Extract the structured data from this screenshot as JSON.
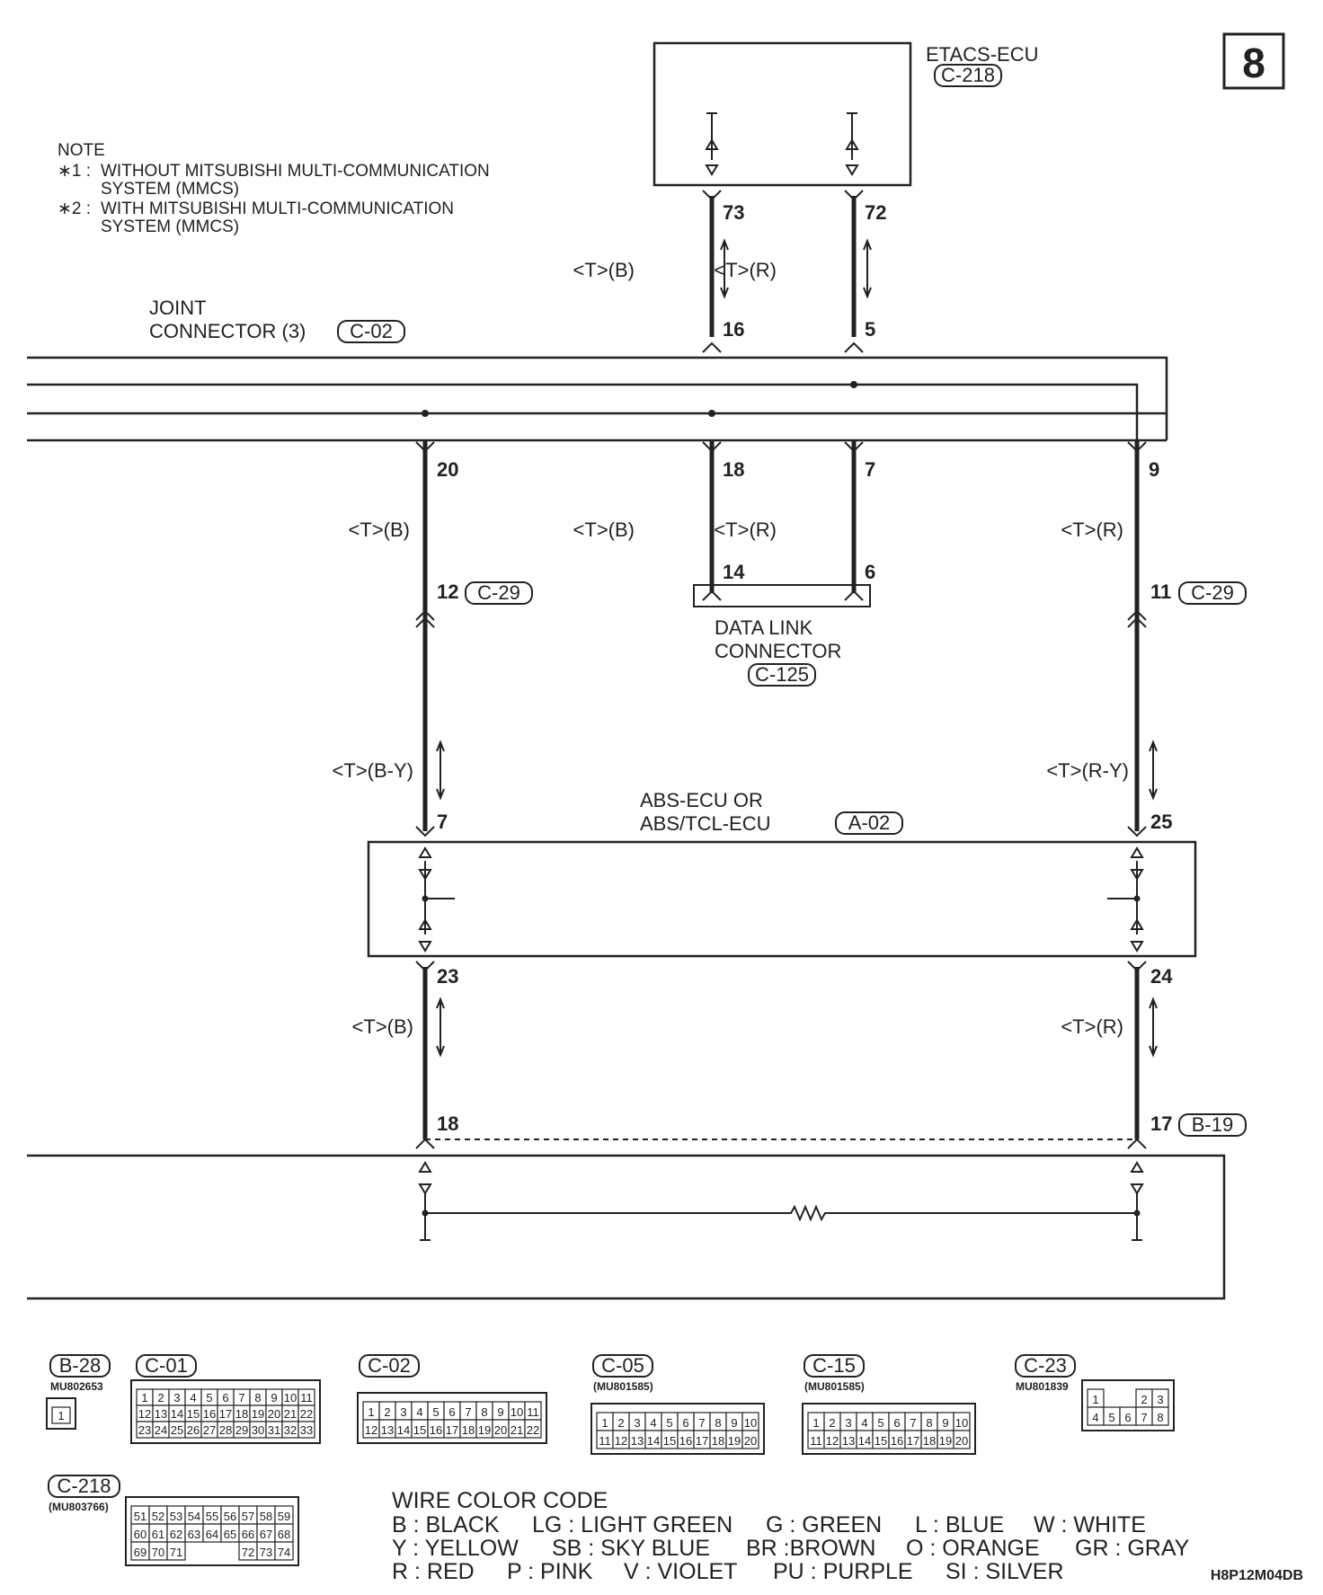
{
  "page": {
    "number": "8",
    "diagram_code": "H8P12M04DB"
  },
  "note": {
    "heading": "NOTE",
    "items": [
      {
        "mark": "∗1 :",
        "line1": "WITHOUT MITSUBISHI MULTI-COMMUNICATION",
        "line2": "SYSTEM (MMCS)"
      },
      {
        "mark": "∗2 :",
        "line1": "WITH MITSUBISHI MULTI-COMMUNICATION",
        "line2": "SYSTEM (MMCS)"
      }
    ]
  },
  "components": {
    "etacs": {
      "name": "ETACS-ECU",
      "ref": "C-218"
    },
    "joint": {
      "line1": "JOINT",
      "line2": "CONNECTOR (3)",
      "ref": "C-02"
    },
    "dlc": {
      "line1": "DATA LINK",
      "line2": "CONNECTOR",
      "ref": "C-125"
    },
    "abs": {
      "line1": "ABS-ECU OR",
      "line2": "ABS/TCL-ECU",
      "ref": "A-02"
    },
    "c29": {
      "ref": "C-29"
    },
    "b19": {
      "ref": "B-19"
    }
  },
  "wires": {
    "etacs_left": {
      "color": "<T>(B)",
      "pin_top": "73",
      "pin_bottom": "16"
    },
    "etacs_right": {
      "color": "<T>(R)",
      "pin_top": "72",
      "pin_bottom": "5"
    },
    "dlc_left": {
      "color": "<T>(B)",
      "pin_top": "18",
      "pin_bottom": "14"
    },
    "dlc_right": {
      "color": "<T>(R)",
      "pin_top": "7",
      "pin_bottom": "6"
    },
    "left_main": {
      "color_upper": "<T>(B)",
      "pin_top": "20",
      "pin_mid": "12",
      "color_lower": "<T>(B-Y)",
      "pin_abs": "7"
    },
    "right_main": {
      "color_upper": "<T>(R)",
      "pin_top": "9",
      "pin_mid": "11",
      "color_lower": "<T>(R-Y)",
      "pin_abs": "25"
    },
    "left_bottom": {
      "color": "<T>(B)",
      "pin_top": "23",
      "pin_bottom": "18"
    },
    "right_bottom": {
      "color": "<T>(R)",
      "pin_top": "24",
      "pin_bottom": "17"
    }
  },
  "connectors": [
    {
      "ref": "B-28",
      "part": "MU802653",
      "rows": [
        [
          "1"
        ]
      ]
    },
    {
      "ref": "C-01",
      "part": "",
      "rows": [
        [
          "1",
          "2",
          "3",
          "4",
          "5",
          "6",
          "7",
          "8",
          "9",
          "10",
          "11"
        ],
        [
          "12",
          "13",
          "14",
          "15",
          "16",
          "17",
          "18",
          "19",
          "20",
          "21",
          "22"
        ],
        [
          "23",
          "24",
          "25",
          "26",
          "27",
          "28",
          "29",
          "30",
          "31",
          "32",
          "33"
        ]
      ]
    },
    {
      "ref": "C-02",
      "part": "",
      "rows": [
        [
          "1",
          "2",
          "3",
          "4",
          "5",
          "6",
          "7",
          "8",
          "9",
          "10",
          "11"
        ],
        [
          "12",
          "13",
          "14",
          "15",
          "16",
          "17",
          "18",
          "19",
          "20",
          "21",
          "22"
        ]
      ]
    },
    {
      "ref": "C-05",
      "part": "(MU801585)",
      "rows": [
        [
          "1",
          "2",
          "3",
          "4",
          "5",
          "6",
          "7",
          "8",
          "9",
          "10"
        ],
        [
          "11",
          "12",
          "13",
          "14",
          "15",
          "16",
          "17",
          "18",
          "19",
          "20"
        ]
      ]
    },
    {
      "ref": "C-15",
      "part": "(MU801585)",
      "rows": [
        [
          "1",
          "2",
          "3",
          "4",
          "5",
          "6",
          "7",
          "8",
          "9",
          "10"
        ],
        [
          "11",
          "12",
          "13",
          "14",
          "15",
          "16",
          "17",
          "18",
          "19",
          "20"
        ]
      ]
    },
    {
      "ref": "C-23",
      "part": "MU801839",
      "rows": [
        [
          "1",
          "",
          "",
          "2",
          "3"
        ],
        [
          "4",
          "5",
          "6",
          "7",
          "8"
        ]
      ]
    },
    {
      "ref": "C-218",
      "part": "(MU803766)",
      "rows": [
        [
          "51",
          "52",
          "53",
          "54",
          "55",
          "56",
          "57",
          "58",
          "59"
        ],
        [
          "60",
          "61",
          "62",
          "63",
          "64",
          "65",
          "66",
          "67",
          "68"
        ],
        [
          "69",
          "70",
          "71",
          "",
          "",
          "",
          "72",
          "73",
          "74"
        ]
      ]
    }
  ],
  "wire_color_code": {
    "title": "WIRE COLOR CODE",
    "rows": [
      [
        "B : BLACK",
        "LG : LIGHT GREEN",
        "G : GREEN",
        "L : BLUE",
        "W : WHITE"
      ],
      [
        "Y : YELLOW",
        "SB : SKY BLUE",
        "BR :BROWN",
        "O : ORANGE",
        "GR : GRAY"
      ],
      [
        "R : RED",
        "P : PINK",
        "V : VIOLET",
        "PU : PURPLE",
        "SI : SILVER"
      ]
    ]
  }
}
